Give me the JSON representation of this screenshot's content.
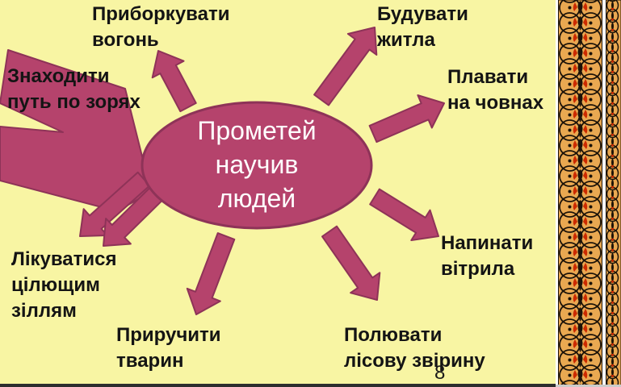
{
  "slide": {
    "title_ellipse": {
      "line1": "Прометей",
      "line2": "научив",
      "line3": "людей"
    },
    "labels": {
      "fire": {
        "line1": "Приборкувати",
        "line2": "вогонь"
      },
      "build": {
        "line1": "Будувати",
        "line2": "житла"
      },
      "stars": {
        "line1": "Знаходити",
        "line2": "путь по зорях"
      },
      "boats": {
        "line1": "Плавати",
        "line2": "на човнах"
      },
      "sails": {
        "line1": "Напинати",
        "line2": "вітрила"
      },
      "heal": {
        "line1": "Лікуватися",
        "line2": "цілющим",
        "line3": "зіллям"
      },
      "tame": {
        "line1": "Приручити",
        "line2": "тварин"
      },
      "hunt": {
        "line1": "Полювати",
        "line2": "лісову звірину"
      }
    },
    "page_number": "8",
    "arrow_targets": [
      "fire",
      "build",
      "boats",
      "sails",
      "hunt",
      "tame",
      "heal",
      "stars"
    ],
    "colors": {
      "background": "#F8F5A3",
      "shape_fill": "#B5436C",
      "shape_outline": "#8E3358",
      "center_text": "#FFFFFF",
      "label_text": "#141414",
      "ornament_background": "#E9A851",
      "ornament_black": "#1B1208",
      "ornament_red": "#CC2A00",
      "bottom_bar": "#2E2E2E"
    }
  }
}
